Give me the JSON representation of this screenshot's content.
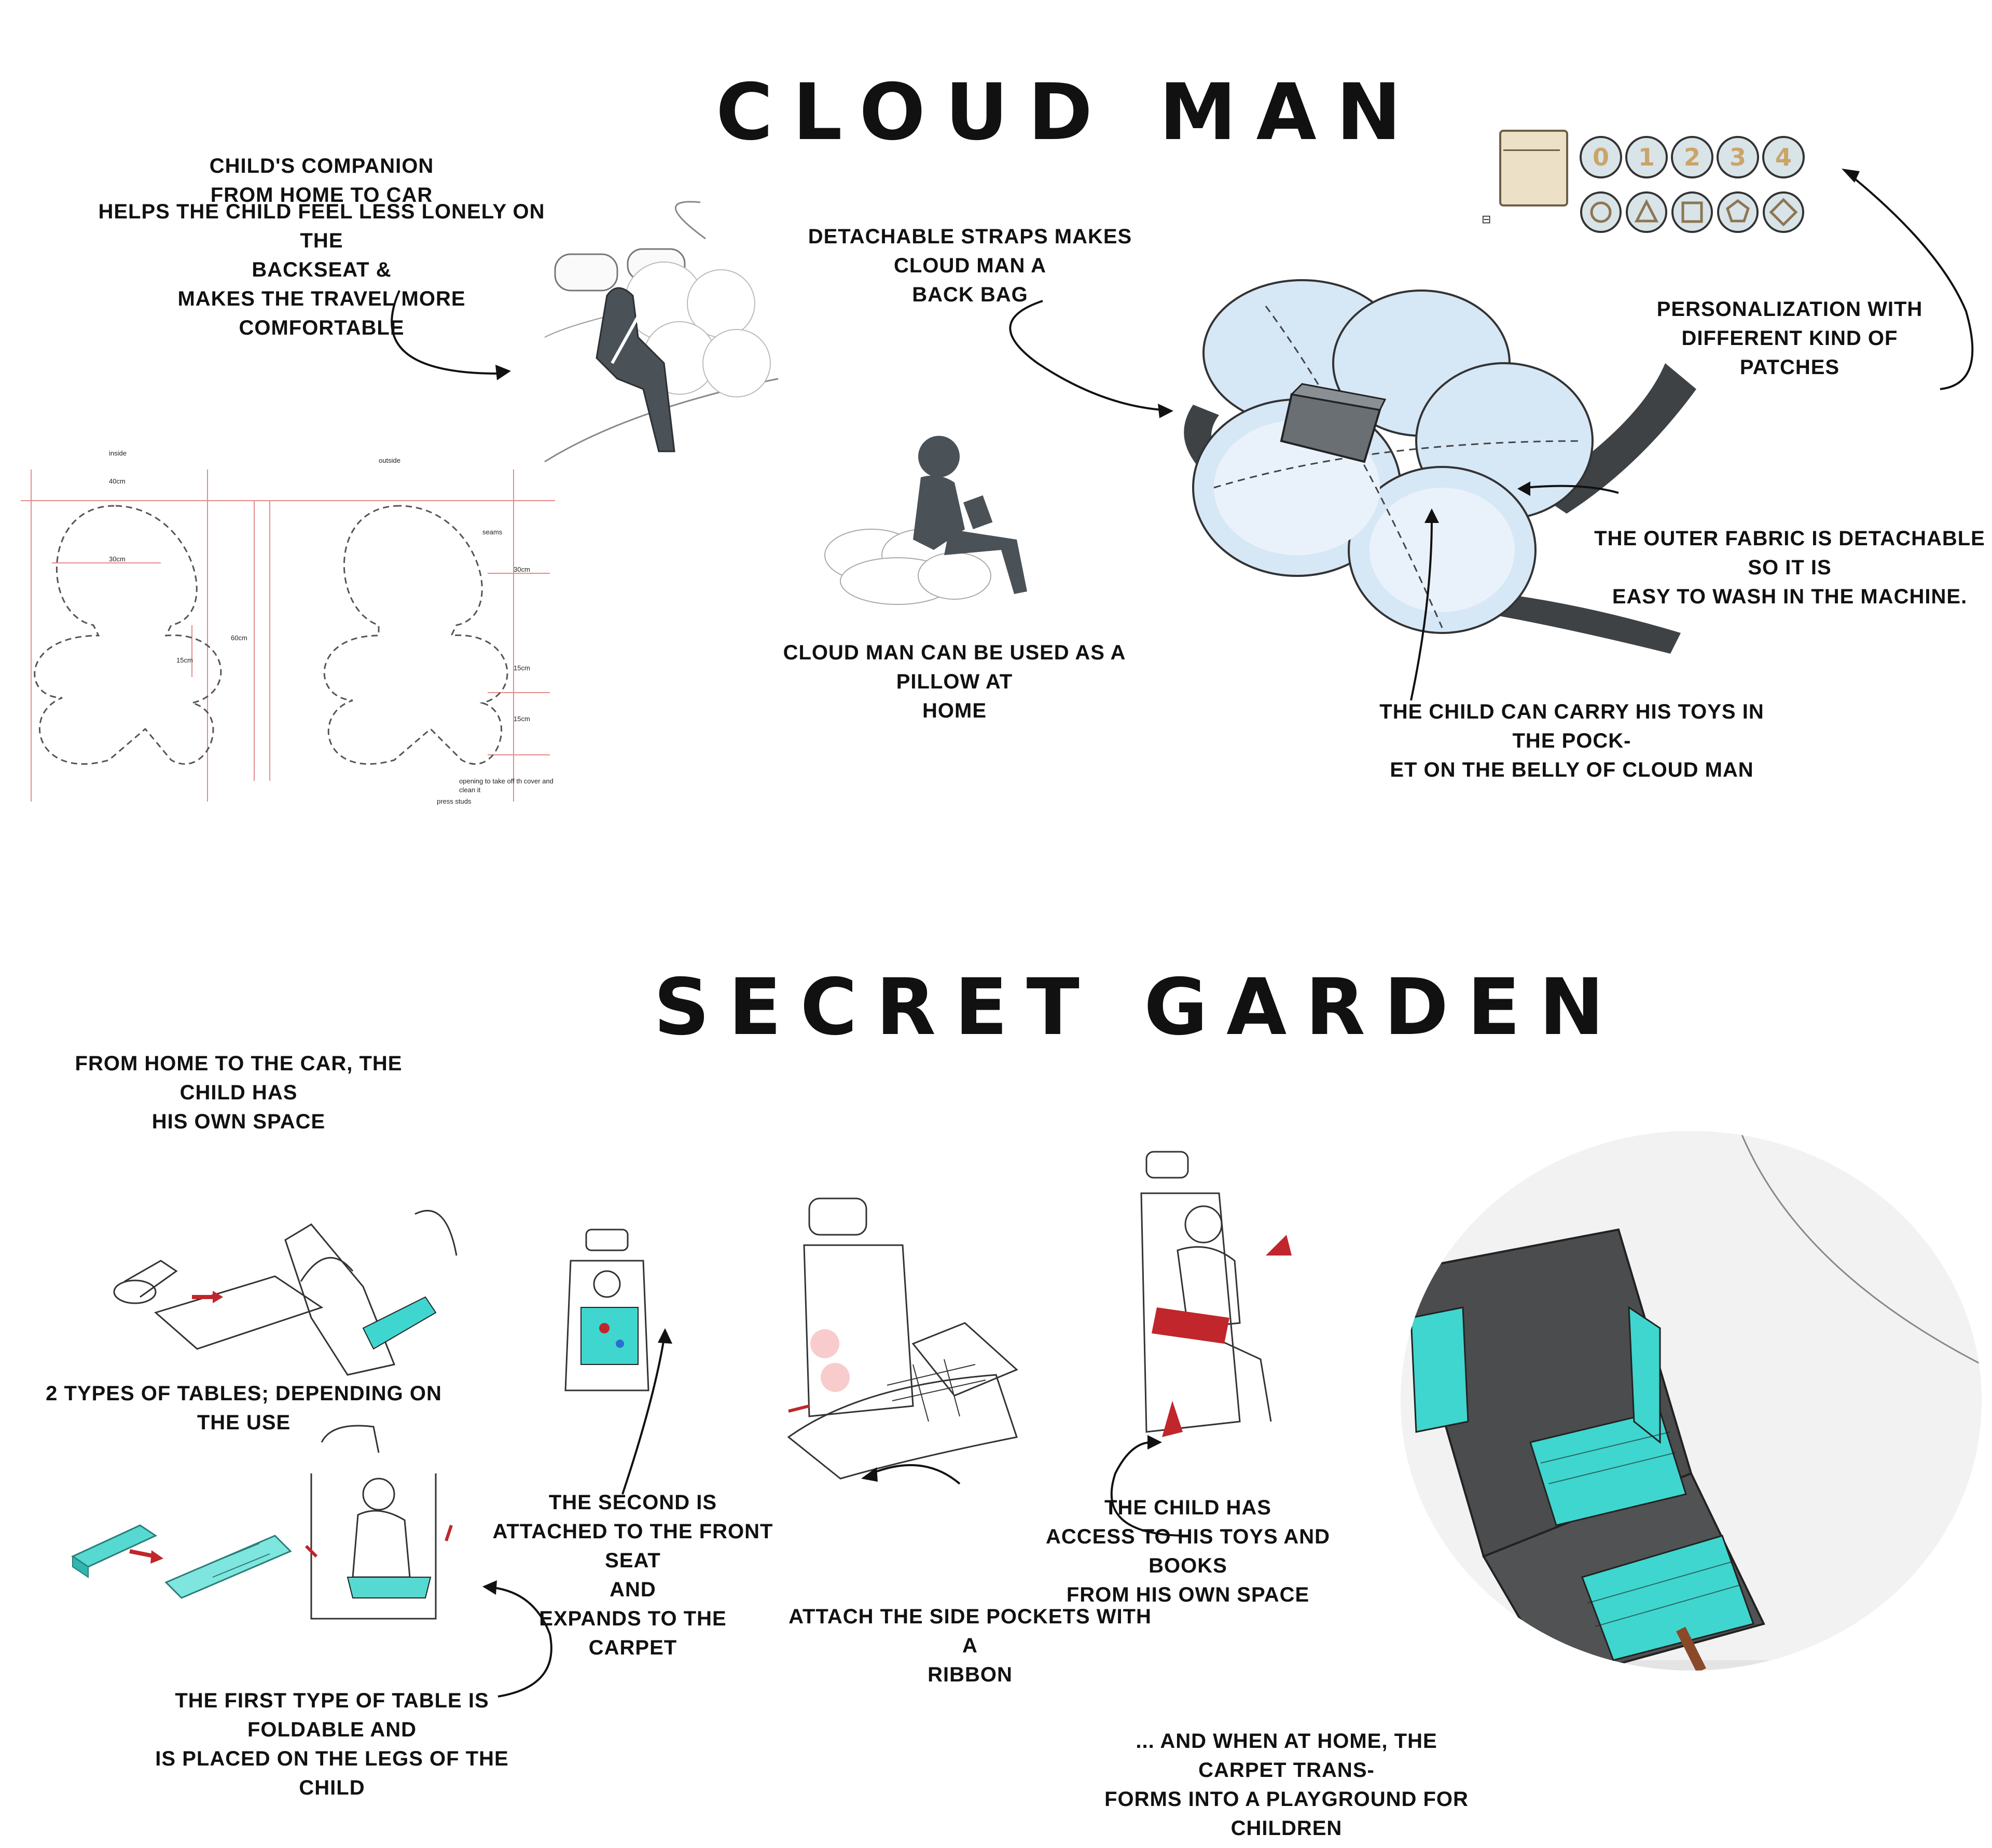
{
  "cloud_man": {
    "title": "CLOUD MAN",
    "companion": [
      "CHILD'S COMPANION",
      "FROM HOME TO CAR",
      "HELPS THE CHILD FEEL LESS LONELY ON THE",
      "BACKSEAT &",
      "MAKES THE TRAVEL MORE",
      "COMFORTABLE"
    ],
    "straps": [
      "DETACHABLE STRAPS MAKES CLOUD MAN A",
      "BACK BAG"
    ],
    "personalization": [
      "PERSONALIZATION WITH",
      "DIFFERENT KIND OF PATCHES"
    ],
    "outer_fabric": [
      "THE OUTER FABRIC IS DETACHABLE SO IT IS",
      "EASY TO WASH IN THE MACHINE."
    ],
    "pillow": [
      "CLOUD MAN CAN BE USED AS A PILLOW AT",
      "HOME"
    ],
    "pocket": [
      "THE CHILD CAN CARRY HIS TOYS IN THE POCK-",
      "ET ON THE BELLY OF CLOUD MAN"
    ],
    "patches": [
      "0",
      "1",
      "2",
      "3",
      "4"
    ],
    "pattern": {
      "inside": "inside",
      "outside": "outside",
      "w40": "40cm",
      "w30": "30cm",
      "h60": "60cm",
      "h15a": "15cm",
      "seams": "seams",
      "h30": "30cm",
      "h15b": "15cm",
      "h15c": "15cm",
      "opening": "opening to take off th cover and",
      "clean": "clean it",
      "studs": "press studs"
    }
  },
  "secret_garden": {
    "title": "SECRET GARDEN",
    "own_space": [
      "FROM HOME TO THE CAR, THE CHILD HAS",
      "HIS OWN SPACE"
    ],
    "tables": "2 TYPES OF TABLES; DEPENDING ON THE USE",
    "second": [
      "THE SECOND IS",
      "ATTACHED TO THE FRONT SEAT",
      "AND",
      "EXPANDS TO THE",
      "CARPET"
    ],
    "ribbon": [
      "ATTACH THE SIDE POCKETS WITH A",
      "RIBBON"
    ],
    "access": [
      "THE CHILD HAS",
      "ACCESS TO HIS TOYS AND BOOKS",
      "FROM HIS OWN SPACE"
    ],
    "foldable": [
      "THE FIRST TYPE OF TABLE IS FOLDABLE AND",
      "IS PLACED ON THE LEGS OF THE CHILD"
    ],
    "home": [
      "... AND WHEN AT HOME, THE CARPET TRANS-",
      "FORMS INTO A PLAYGROUND FOR CHILDREN"
    ]
  },
  "colors": {
    "ink": "#111111",
    "teal": "#3fd6cf",
    "cloud_blue": "#cfe3f5",
    "red": "#c0262b",
    "felt": "#505254",
    "patch_tan": "#e8dcc0"
  }
}
